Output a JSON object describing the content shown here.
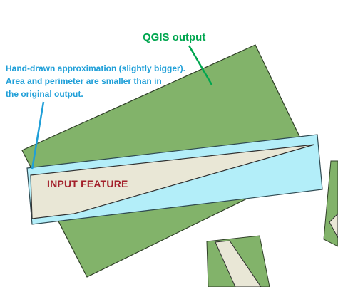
{
  "labels": {
    "qgis_output": "QGIS output",
    "approximation_lines": [
      "Hand-drawn approximation (slightly bigger).",
      "Area and perimeter are smaller than in",
      "the original output."
    ],
    "input_feature": "INPUT FEATURE"
  },
  "colors": {
    "qgis_fill": "#82b36a",
    "qgis_stroke": "#2f3f27",
    "approx_fill": "#b3eef9",
    "approx_stroke": "#2f4a52",
    "input_fill": "#e9e7d6",
    "input_stroke": "#303030",
    "qgis_text": "#00a64f",
    "approx_text": "#1f9fd8",
    "input_text": "#a3202b"
  }
}
